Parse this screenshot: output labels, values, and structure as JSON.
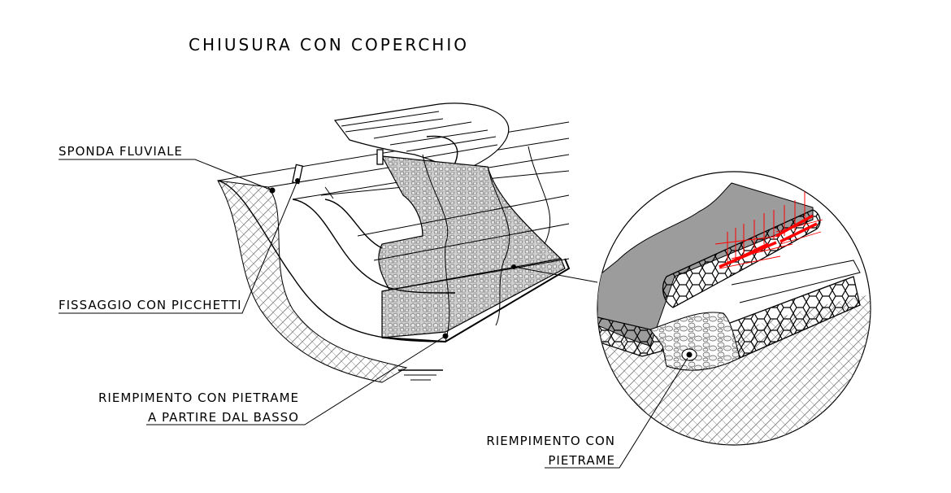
{
  "title": "CHIUSURA CON COPERCHIO",
  "labels": {
    "sponda": "SPONDA FLUVIALE",
    "fissaggio": "FISSAGGIO CON PICCHETTI",
    "riempimento_basso_1": "RIEMPIMENTO CON PIETRAME",
    "riempimento_basso_2": "A PARTIRE DAL BASSO",
    "riempimento_detail_1": "RIEMPIMENTO CON",
    "riempimento_detail_2": "PIETRAME"
  },
  "colors": {
    "ink": "#000000",
    "stone_fill": "#c8c8c8",
    "detail_grey": "#9c9c9c",
    "wire_tie": "#ff0000"
  }
}
